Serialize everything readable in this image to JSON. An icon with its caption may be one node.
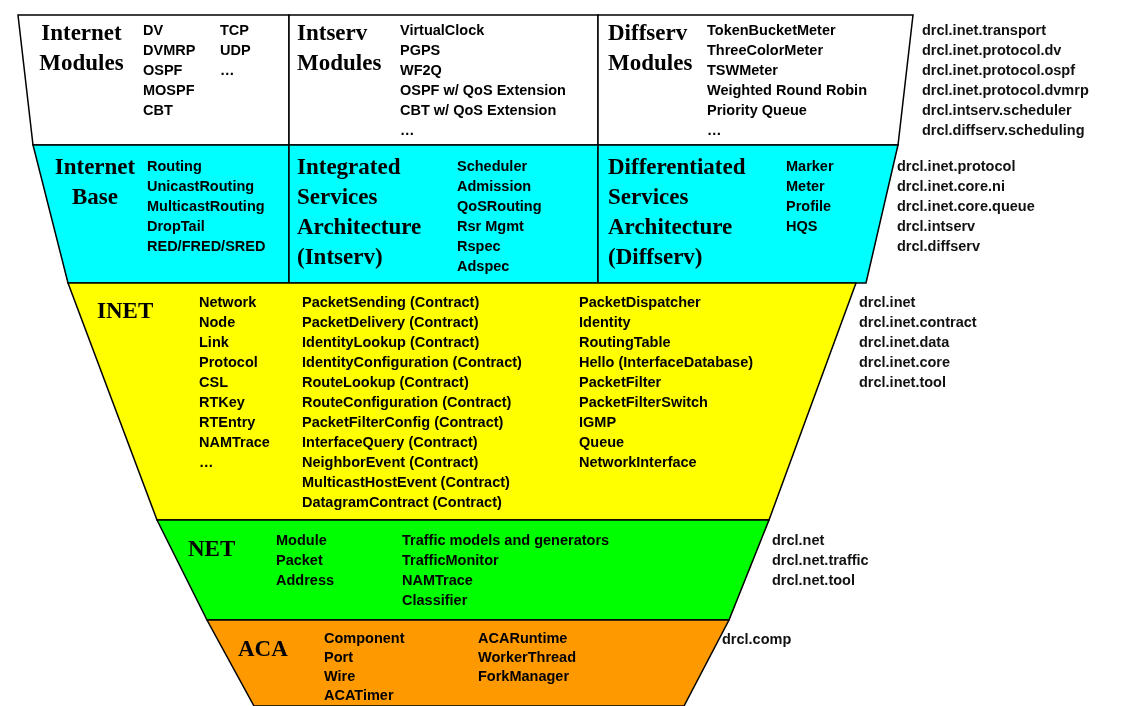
{
  "diagram": {
    "nodes": [
      {
        "text": [
          "Internet Modules",
          "DV",
          "DVMRP",
          "OSPF",
          "MOSPF",
          "CBT",
          "TCP",
          "UDP",
          "…"
        ]
      },
      {
        "text": [
          "Intserv Modules",
          "VirtualClock",
          "PGPS",
          "WF2Q",
          "OSPF w/ QoS Extension",
          "CBT w/ QoS Extension",
          "…"
        ]
      },
      {
        "text": [
          "Diffserv Modules",
          "TokenBucketMeter",
          "ThreeColorMeter",
          "TSWMeter",
          "Weighted Round Robin",
          "Priority Queue",
          "…"
        ],
        "beside": [
          "drcl.inet.transport",
          "drcl.inet.protocol.dv",
          "drcl.inet.protocol.ospf",
          "drcl.inet.protocol.dvmrp",
          "drcl.intserv.scheduler",
          "drcl.diffserv.scheduling"
        ]
      },
      {
        "text": [
          "Internet Base",
          "Routing",
          "UnicastRouting",
          "MulticastRouting",
          "DropTail",
          "RED/FRED/SRED"
        ]
      },
      {
        "text": [
          "Integrated Services Architecture (Intserv)",
          "Scheduler",
          "Admission",
          "QoSRouting",
          "Rsr Mgmt",
          "Rspec",
          "Adspec"
        ]
      },
      {
        "text": [
          "Differentiated Services Architecture (Diffserv)",
          "Marker",
          "Meter",
          "Profile",
          "HQS"
        ],
        "beside": [
          "drcl.inet.protocol",
          "drcl.inet.core.ni",
          "drcl.inet.core.queue",
          "drcl.intserv",
          "drcl.diffserv"
        ]
      },
      {
        "text": [
          "INET",
          "Network",
          "Node",
          "Link",
          "Protocol",
          "CSL",
          "RTKey",
          "RTEntry",
          "NAMTrace",
          "…",
          "PacketSending (Contract)",
          "PacketDelivery (Contract)",
          "IdentityLookup (Contract)",
          "IdentityConfiguration (Contract)",
          "RouteLookup (Contract)",
          "RouteConfiguration (Contract)",
          "PacketFilterConfig (Contract)",
          "InterfaceQuery (Contract)",
          "NeighborEvent (Contract)",
          "MulticastHostEvent (Contract)",
          "DatagramContract (Contract)",
          "PacketDispatcher",
          "Identity",
          "RoutingTable",
          "Hello (InterfaceDatabase)",
          "PacketFilter",
          "PacketFilterSwitch",
          "IGMP",
          "Queue",
          "NetworkInterface"
        ],
        "beside": [
          "drcl.inet",
          "drcl.inet.contract",
          "drcl.inet.data",
          "drcl.inet.core",
          "drcl.inet.tool"
        ]
      },
      {
        "text": [
          "NET",
          "Module",
          "Packet",
          "Address",
          "Traffic models and generators",
          "TrafficMonitor",
          "NAMTrace",
          "Classifier"
        ],
        "beside": [
          "drcl.net",
          "drcl.net.traffic",
          "drcl.net.tool"
        ]
      },
      {
        "text": [
          "ACA",
          "Component",
          "Port",
          "Wire",
          "ACATimer",
          "ACARuntime",
          "WorkerThread",
          "ForkManager"
        ],
        "beside": [
          "drcl.comp"
        ]
      }
    ]
  }
}
